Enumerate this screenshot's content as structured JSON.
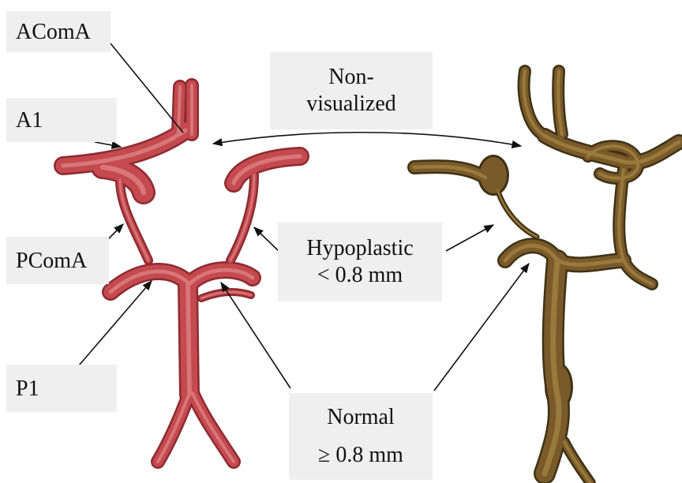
{
  "labels": {
    "acoma": "AComA",
    "a1": "A1",
    "pcoma": "PComA",
    "p1": "P1",
    "non_visualized_line1": "Non-",
    "non_visualized_line2": "visualized",
    "hypoplastic_line1": "Hypoplastic",
    "hypoplastic_line2": "< 0.8 mm",
    "normal_line1": "Normal",
    "normal_line2": "≥ 0.8 mm"
  },
  "colors": {
    "artery_fill": "#c44a4f",
    "artery_outline": "#8e2a31",
    "artery_highlight": "#e99a9a",
    "angio_fill": "#7a5a2a",
    "angio_dark": "#3e3216",
    "angio_light": "#b08e4a",
    "label_bg": "#efefef",
    "pointer_line": "#111111"
  }
}
